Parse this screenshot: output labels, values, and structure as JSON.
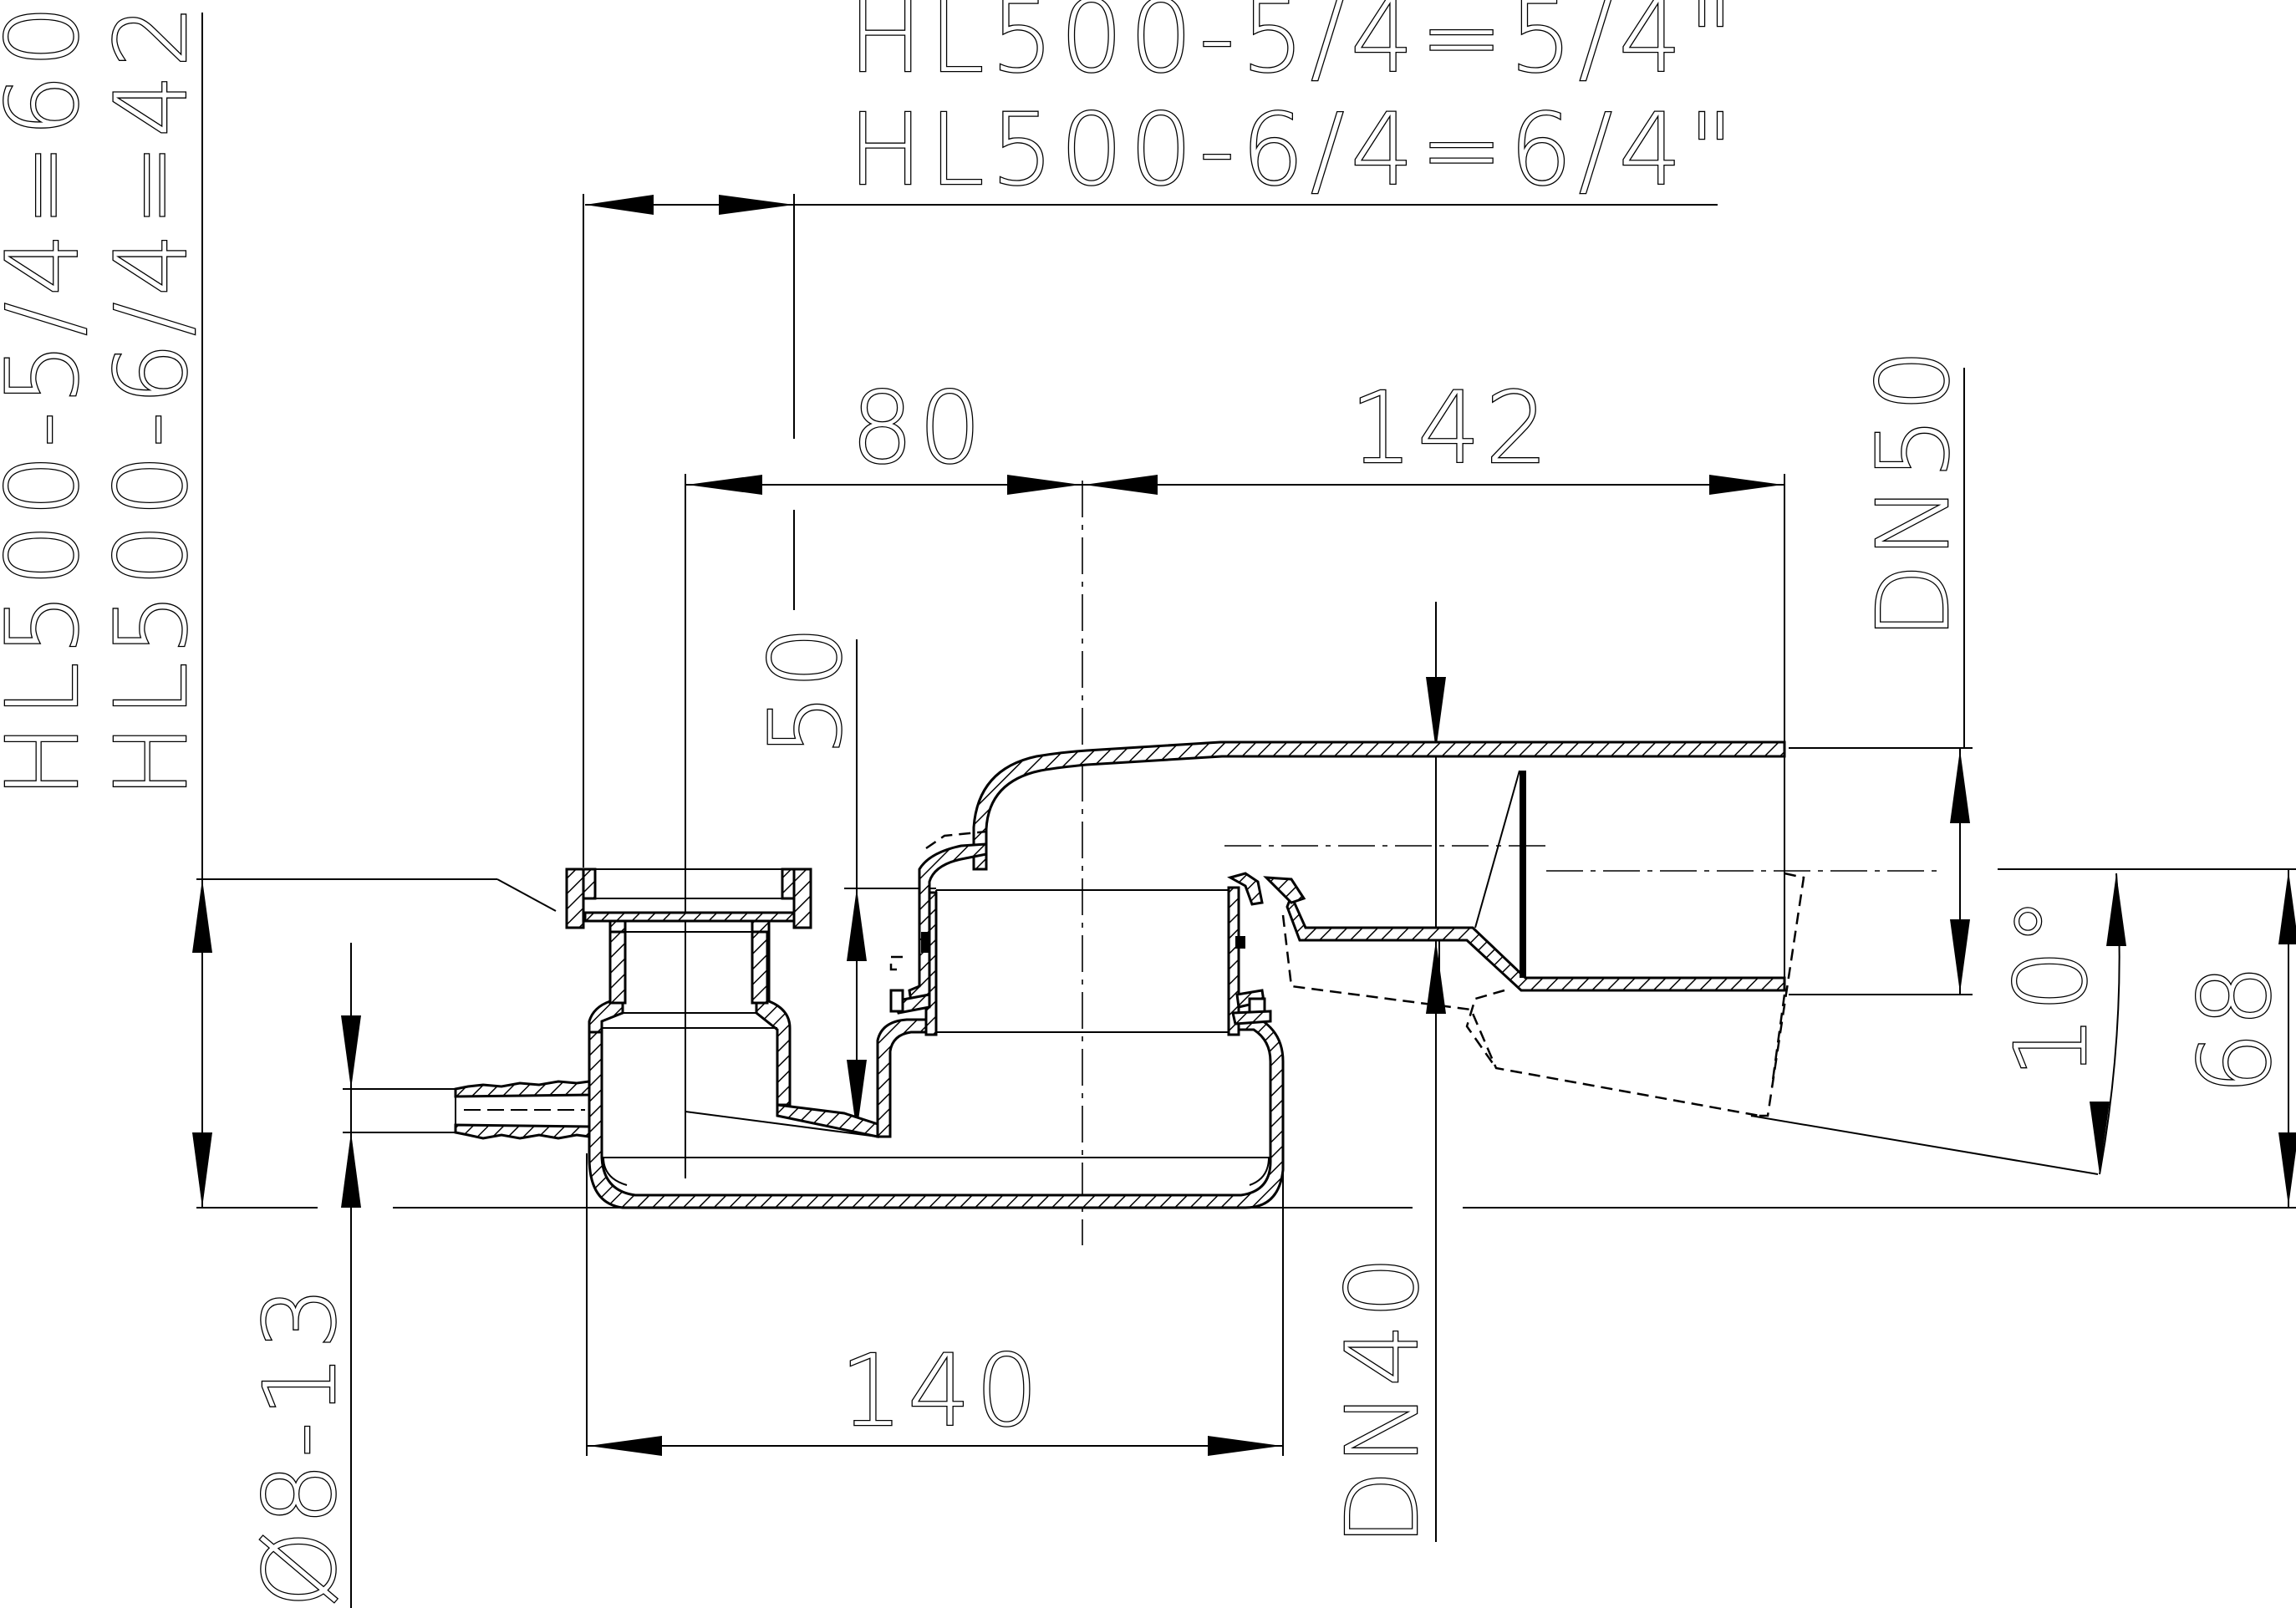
{
  "labels": {
    "variant_line_1": "HL500-5/4=5/4\"",
    "variant_line_2": "HL500-6/4=6/4\"",
    "height_label_1": "HL500-5/4=60",
    "height_label_2": "HL500-6/4=42",
    "dim_80": "80",
    "dim_142": "142",
    "dim_50": "50",
    "dim_140": "140",
    "dim_68": "68",
    "angle_10": "10°",
    "dn50": "DN50",
    "dn40": "DN40",
    "hose_dia": "Ø8-13"
  },
  "colors": {
    "line": "#000000",
    "background": "#ffffff"
  }
}
